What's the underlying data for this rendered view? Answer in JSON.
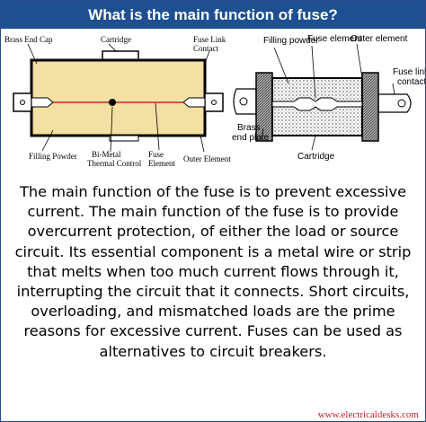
{
  "header": {
    "title": "What is the main function of fuse?"
  },
  "diagram_left": {
    "labels": {
      "brass_end_cap": "Brass End Cap",
      "cartridge": "Cartridge",
      "fuse_link_contact": "Fuse Link Contact",
      "filling_powder": "Filling Powder",
      "bimetal": "Bi-Metal Thermal Control",
      "fuse_element": "Fuse Element",
      "outer_element": "Outer Element"
    },
    "colors": {
      "body": "#f3e0a4",
      "wire": "#c0262b"
    }
  },
  "diagram_right": {
    "labels": {
      "filling_powder": "Filling powder",
      "fuse_element": "Fuse element",
      "outer_element": "Outer element",
      "fuse_link_contact": "Fuse link contact",
      "brass_end_plate": "Brass end plate",
      "cartridge": "Cartridge"
    }
  },
  "body_text": "The main function of the fuse is to prevent excessive current. The main function of the fuse is to provide overcurrent protection, of either the load or source circuit. Its essential component is a metal wire or strip that melts when too much current flows through it, interrupting the circuit that it connects. Short circuits, overloading, and mismatched loads are the prime reasons for excessive current. Fuses can be used as alternatives to circuit breakers.",
  "footer": {
    "website": "www.electricaldesks.com"
  }
}
